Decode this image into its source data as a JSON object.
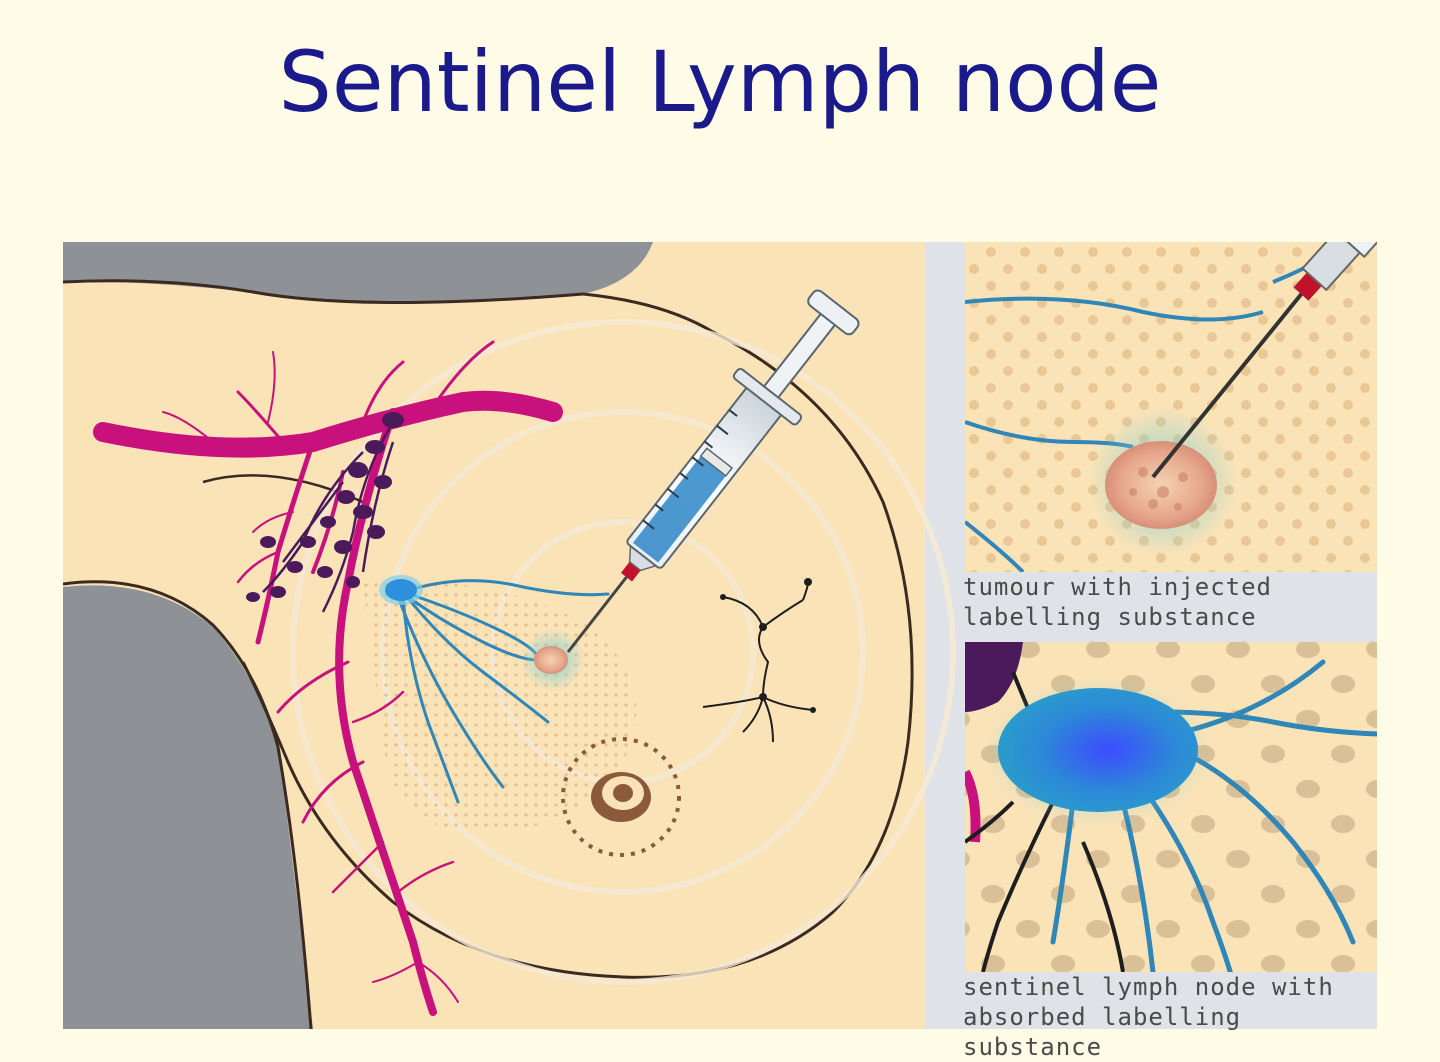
{
  "slide": {
    "title": "Sentinel Lymph node"
  },
  "figure": {
    "colors": {
      "background": "#fefbe6",
      "skin": "#fbe3b8",
      "vessel": "#c8117d",
      "lymph_vessel": "#2f86b8",
      "lymph_node": "#4a1a5a",
      "tracer": "#2e8fdc",
      "shadow": "#8e9196"
    },
    "panel_tumour": {
      "caption_line1": "tumour with injected",
      "caption_line2": "labelling substance"
    },
    "panel_node": {
      "caption_line1": "sentinel lymph node with",
      "caption_line2": "absorbed labelling substance"
    }
  }
}
